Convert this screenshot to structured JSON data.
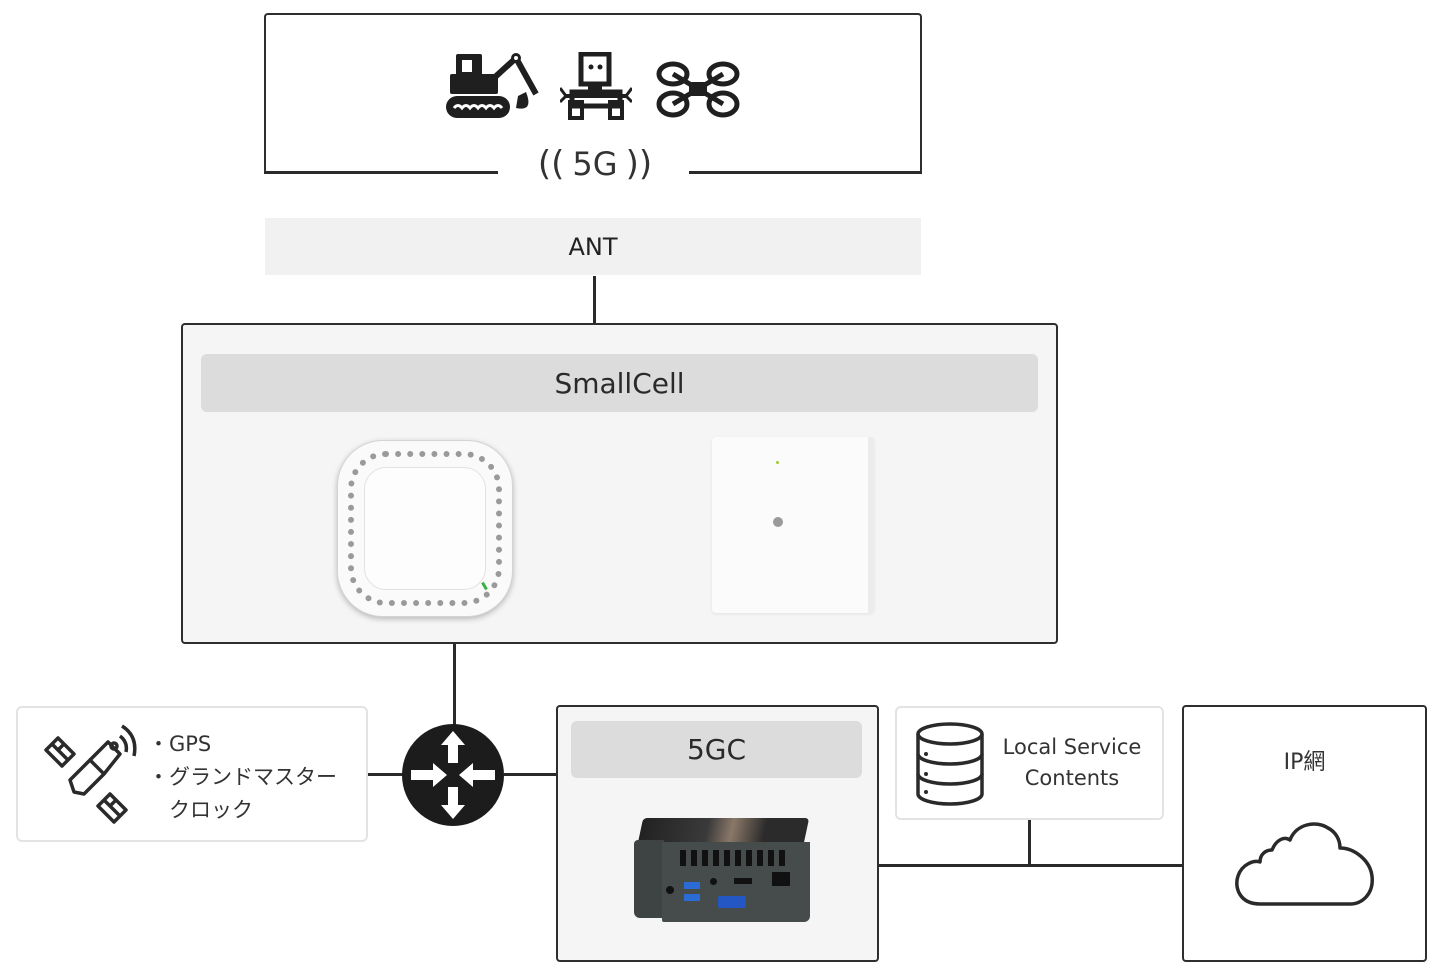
{
  "devices": {
    "icons": [
      "excavator-icon",
      "robot-icon",
      "drone-icon"
    ],
    "signal_label": "5G"
  },
  "antenna": {
    "label": "ANT"
  },
  "smallcell": {
    "title": "SmallCell",
    "devices": [
      "ceiling-mounted-smallcell",
      "wall-mounted-smallcell"
    ]
  },
  "gps": {
    "items": [
      "・GPS",
      "・グランドマスター",
      "　クロック"
    ]
  },
  "router": {
    "icon": "router-icon"
  },
  "core": {
    "title": "5GC",
    "device": "mini-pc-server"
  },
  "local_service": {
    "line1": "Local Service",
    "line2": "Contents"
  },
  "ip_network": {
    "title": "IP網"
  }
}
